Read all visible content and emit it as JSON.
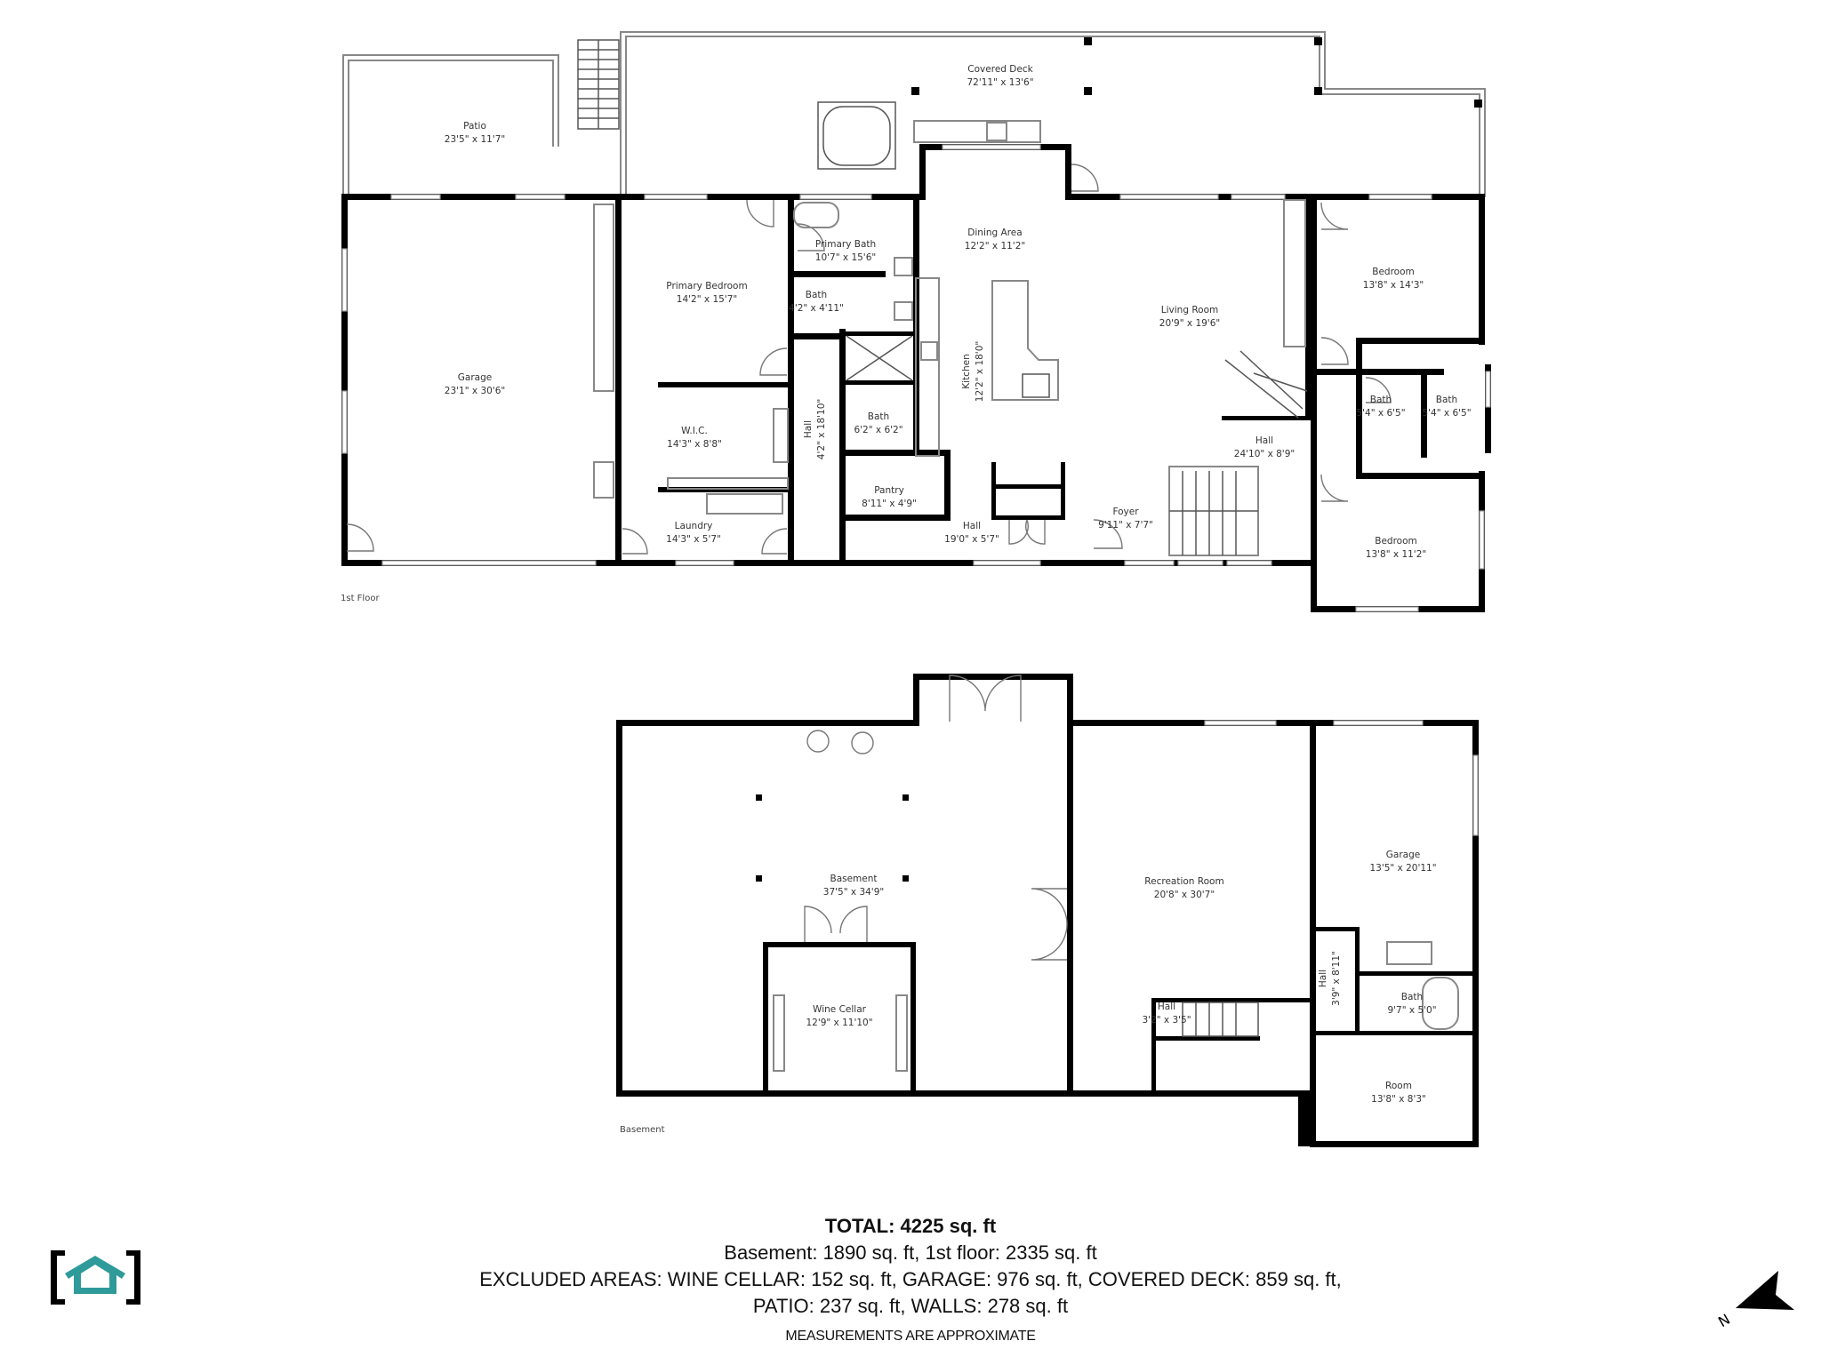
{
  "floors": [
    {
      "name": "1st Floor",
      "rooms": [
        {
          "name": "Patio",
          "dims": "23'5\" x 11'7\""
        },
        {
          "name": "Covered Deck",
          "dims": "72'11\" x 13'6\""
        },
        {
          "name": "Garage",
          "dims": "23'1\" x 30'6\""
        },
        {
          "name": "Primary Bedroom",
          "dims": "14'2\" x 15'7\""
        },
        {
          "name": "Primary Bath",
          "dims": "10'7\" x 15'6\""
        },
        {
          "name": "Bath",
          "dims": "4'2\" x 4'11\""
        },
        {
          "name": "W.I.C.",
          "dims": "14'3\" x 8'8\""
        },
        {
          "name": "Hall",
          "dims": "4'2\" x 18'10\""
        },
        {
          "name": "Bath",
          "dims": "6'2\" x 6'2\""
        },
        {
          "name": "Laundry",
          "dims": "14'3\" x 5'7\""
        },
        {
          "name": "Pantry",
          "dims": "8'11\" x 4'9\""
        },
        {
          "name": "Dining Area",
          "dims": "12'2\" x 11'2\""
        },
        {
          "name": "Kitchen",
          "dims": "12'2\" x 18'0\""
        },
        {
          "name": "Living Room",
          "dims": "20'9\" x 19'6\""
        },
        {
          "name": "Hall",
          "dims": "19'0\" x 5'7\""
        },
        {
          "name": "Foyer",
          "dims": "9'11\" x 7'7\""
        },
        {
          "name": "Hall",
          "dims": "24'10\" x 8'9\""
        },
        {
          "name": "Bedroom",
          "dims": "13'8\" x 14'3\""
        },
        {
          "name": "Bath",
          "dims": "5'4\" x 6'5\""
        },
        {
          "name": "Bath",
          "dims": "5'4\" x 6'5\""
        },
        {
          "name": "Bedroom",
          "dims": "13'8\" x 11'2\""
        }
      ]
    },
    {
      "name": "Basement",
      "rooms": [
        {
          "name": "Basement",
          "dims": "37'5\" x 34'9\""
        },
        {
          "name": "Wine Cellar",
          "dims": "12'9\" x 11'10\""
        },
        {
          "name": "Recreation Room",
          "dims": "20'8\" x 30'7\""
        },
        {
          "name": "Garage",
          "dims": "13'5\" x 20'11\""
        },
        {
          "name": "Hall",
          "dims": "3'9\" x 8'11\""
        },
        {
          "name": "Bath",
          "dims": "9'7\" x 5'0\""
        },
        {
          "name": "Hall",
          "dims": "3'2\" x 3'5\""
        },
        {
          "name": "Room",
          "dims": "13'8\" x 8'3\""
        }
      ]
    }
  ],
  "summary": {
    "total": "TOTAL: 4225 sq. ft",
    "breakdown": "Basement: 1890 sq. ft, 1st floor: 2335 sq. ft",
    "excluded_1": "EXCLUDED AREAS: WINE CELLAR: 152 sq. ft, GARAGE: 976 sq. ft, COVERED DECK: 859 sq. ft,",
    "excluded_2": "PATIO: 237 sq. ft, WALLS: 278 sq. ft",
    "disclaimer": "MEASUREMENTS ARE APPROXIMATE"
  },
  "colors": {
    "logo_accent": "#2f9a9a",
    "walls": "#000000"
  },
  "icons": {
    "logo": "house-bracket-logo-icon",
    "compass": "north-arrow-icon",
    "compass_letter": "N"
  }
}
